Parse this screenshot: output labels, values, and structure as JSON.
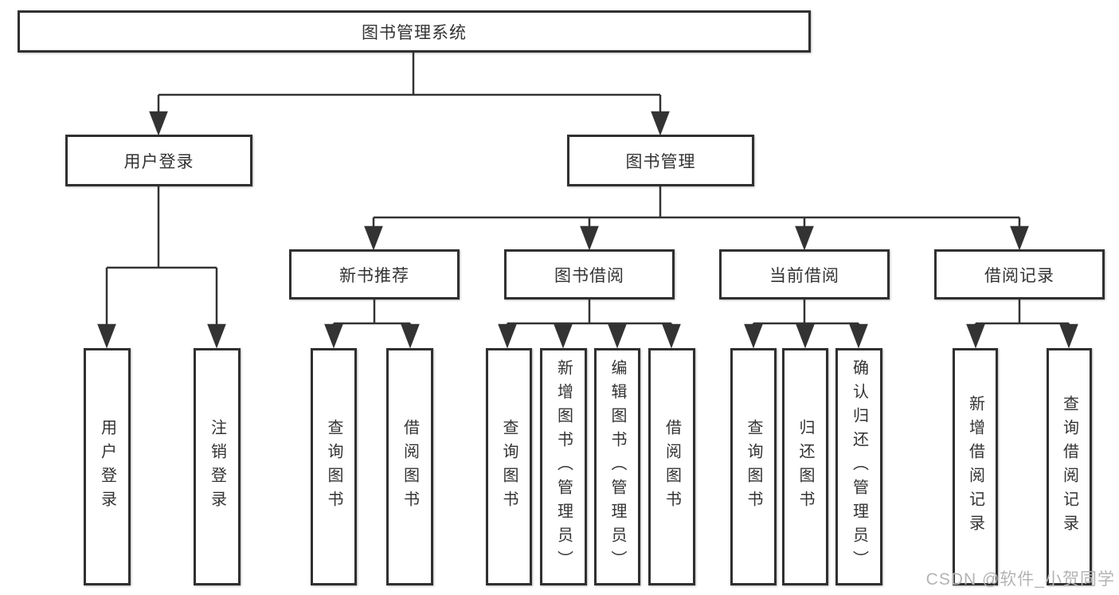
{
  "diagram": {
    "root": {
      "label": "图书管理系统"
    },
    "level2": [
      {
        "label": "用户登录"
      },
      {
        "label": "图书管理"
      }
    ],
    "level3": [
      {
        "label": "新书推荐"
      },
      {
        "label": "图书借阅"
      },
      {
        "label": "当前借阅"
      },
      {
        "label": "借阅记录"
      }
    ],
    "leaves": {
      "user_login": [
        "用户登录",
        "注销登录"
      ],
      "new_book_recommend": [
        "查询图书",
        "借阅图书"
      ],
      "book_borrow": [
        "查询图书",
        "新增图书（管理员）",
        "编辑图书（管理员）",
        "借阅图书"
      ],
      "current_borrow": [
        "查询图书",
        "归还图书",
        "确认归还（管理员）"
      ],
      "borrow_record": [
        "新增借阅记录",
        "查询借阅记录"
      ]
    },
    "line_color": "#333333",
    "box_border_color": "#303030",
    "box_fill": "#ffffff"
  },
  "watermark": {
    "text": "CSDN @软件_小贺同学"
  }
}
